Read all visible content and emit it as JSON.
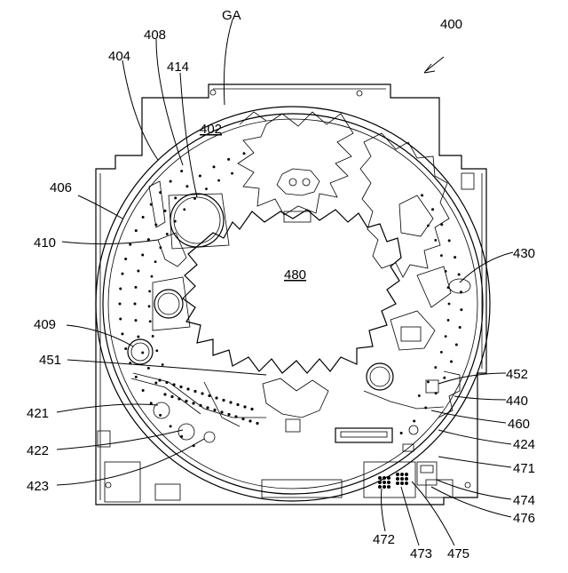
{
  "figure_ref": "400",
  "center_label": "480",
  "labels": [
    {
      "id": "GA",
      "text": "GA"
    },
    {
      "id": "408",
      "text": "408"
    },
    {
      "id": "404",
      "text": "404"
    },
    {
      "id": "414",
      "text": "414"
    },
    {
      "id": "402",
      "text": "402"
    },
    {
      "id": "406",
      "text": "406"
    },
    {
      "id": "410",
      "text": "410"
    },
    {
      "id": "430",
      "text": "430"
    },
    {
      "id": "409",
      "text": "409"
    },
    {
      "id": "451",
      "text": "451"
    },
    {
      "id": "452",
      "text": "452"
    },
    {
      "id": "440",
      "text": "440"
    },
    {
      "id": "421",
      "text": "421"
    },
    {
      "id": "460",
      "text": "460"
    },
    {
      "id": "424",
      "text": "424"
    },
    {
      "id": "422",
      "text": "422"
    },
    {
      "id": "471",
      "text": "471"
    },
    {
      "id": "423",
      "text": "423"
    },
    {
      "id": "474",
      "text": "474"
    },
    {
      "id": "476",
      "text": "476"
    },
    {
      "id": "472",
      "text": "472"
    },
    {
      "id": "473",
      "text": "473"
    },
    {
      "id": "475",
      "text": "475"
    }
  ]
}
